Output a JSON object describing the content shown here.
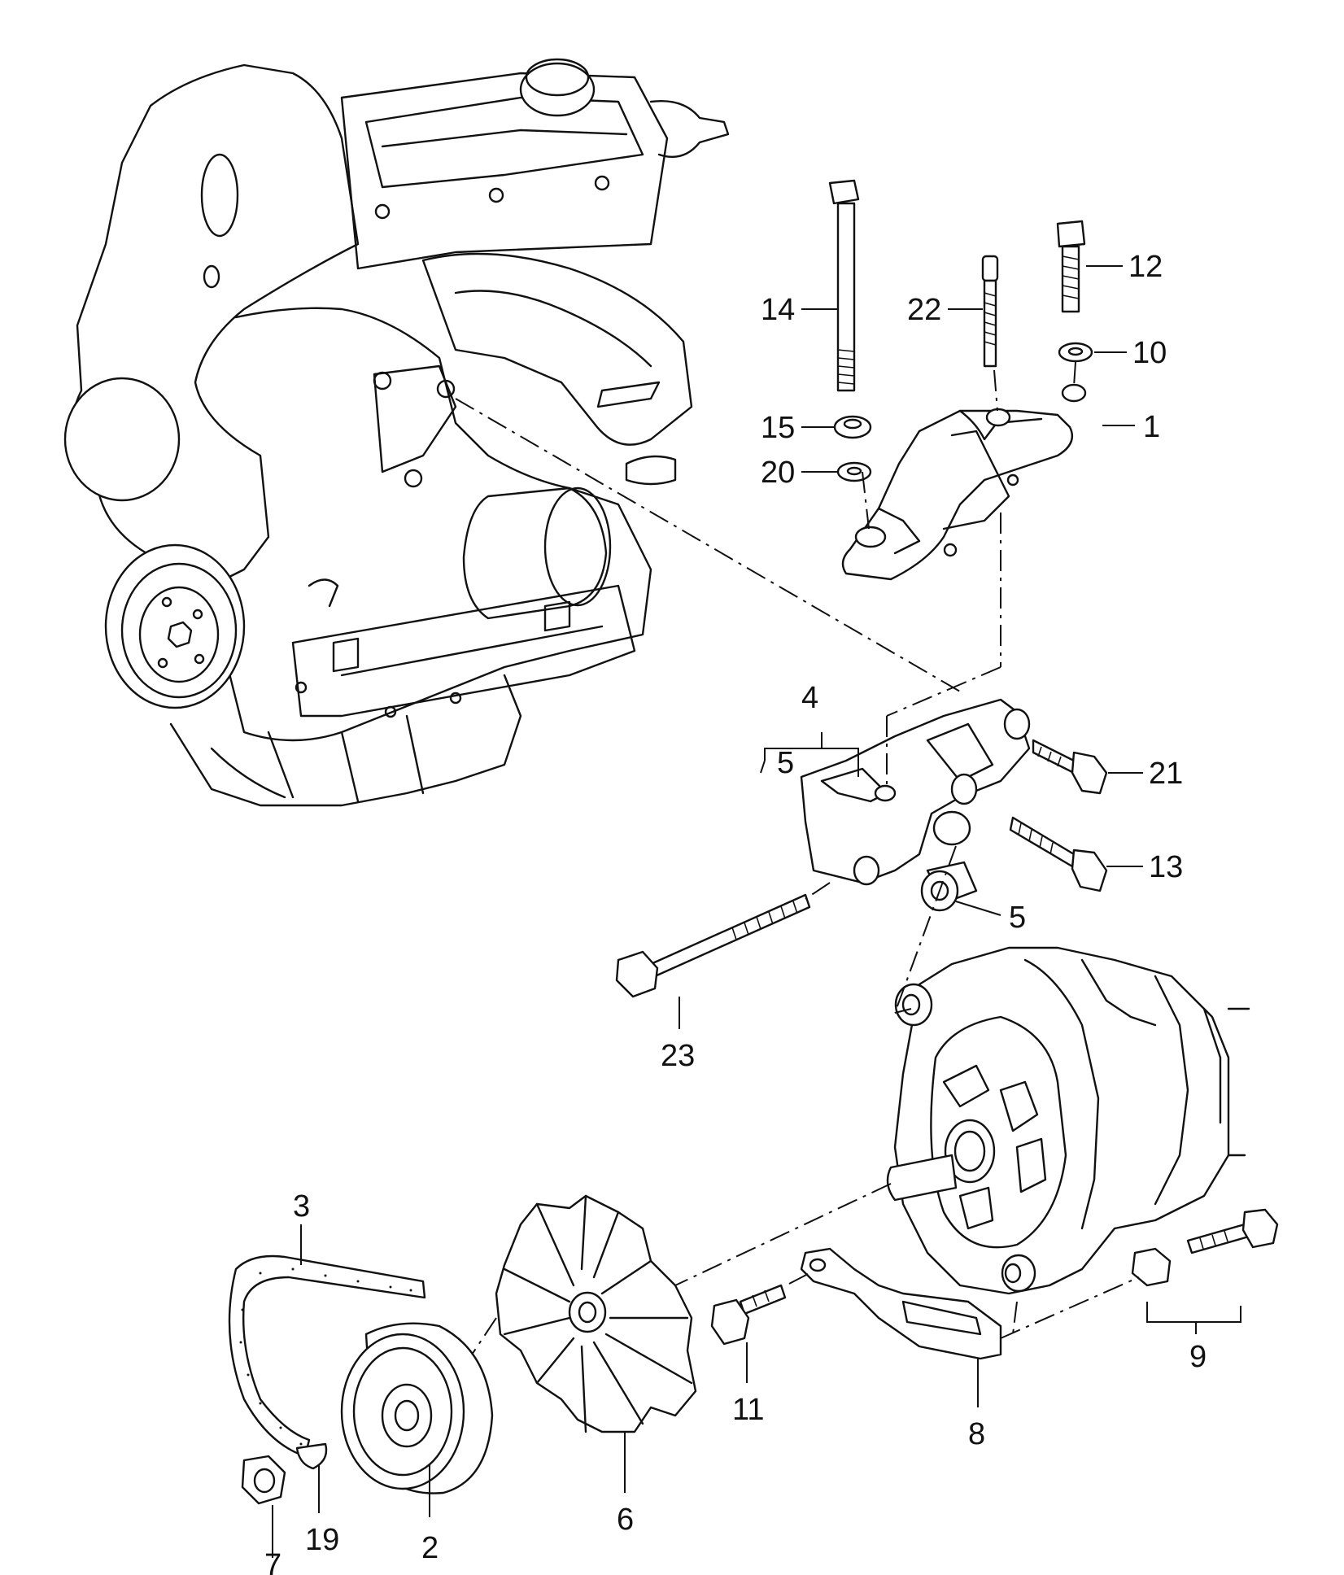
{
  "callouts": [
    {
      "id": "p1",
      "text": "1"
    },
    {
      "id": "p2",
      "text": "2"
    },
    {
      "id": "p3",
      "text": "3"
    },
    {
      "id": "p4",
      "text": "4"
    },
    {
      "id": "p5a",
      "text": "5"
    },
    {
      "id": "p5b",
      "text": "5"
    },
    {
      "id": "p6",
      "text": "6"
    },
    {
      "id": "p7",
      "text": "7"
    },
    {
      "id": "p8",
      "text": "8"
    },
    {
      "id": "p9",
      "text": "9"
    },
    {
      "id": "p10",
      "text": "10"
    },
    {
      "id": "p11",
      "text": "11"
    },
    {
      "id": "p12",
      "text": "12"
    },
    {
      "id": "p13",
      "text": "13"
    },
    {
      "id": "p14",
      "text": "14"
    },
    {
      "id": "p15",
      "text": "15"
    },
    {
      "id": "p19",
      "text": "19"
    },
    {
      "id": "p20",
      "text": "20"
    },
    {
      "id": "p21",
      "text": "21"
    },
    {
      "id": "p22",
      "text": "22"
    },
    {
      "id": "p23",
      "text": "23"
    }
  ]
}
